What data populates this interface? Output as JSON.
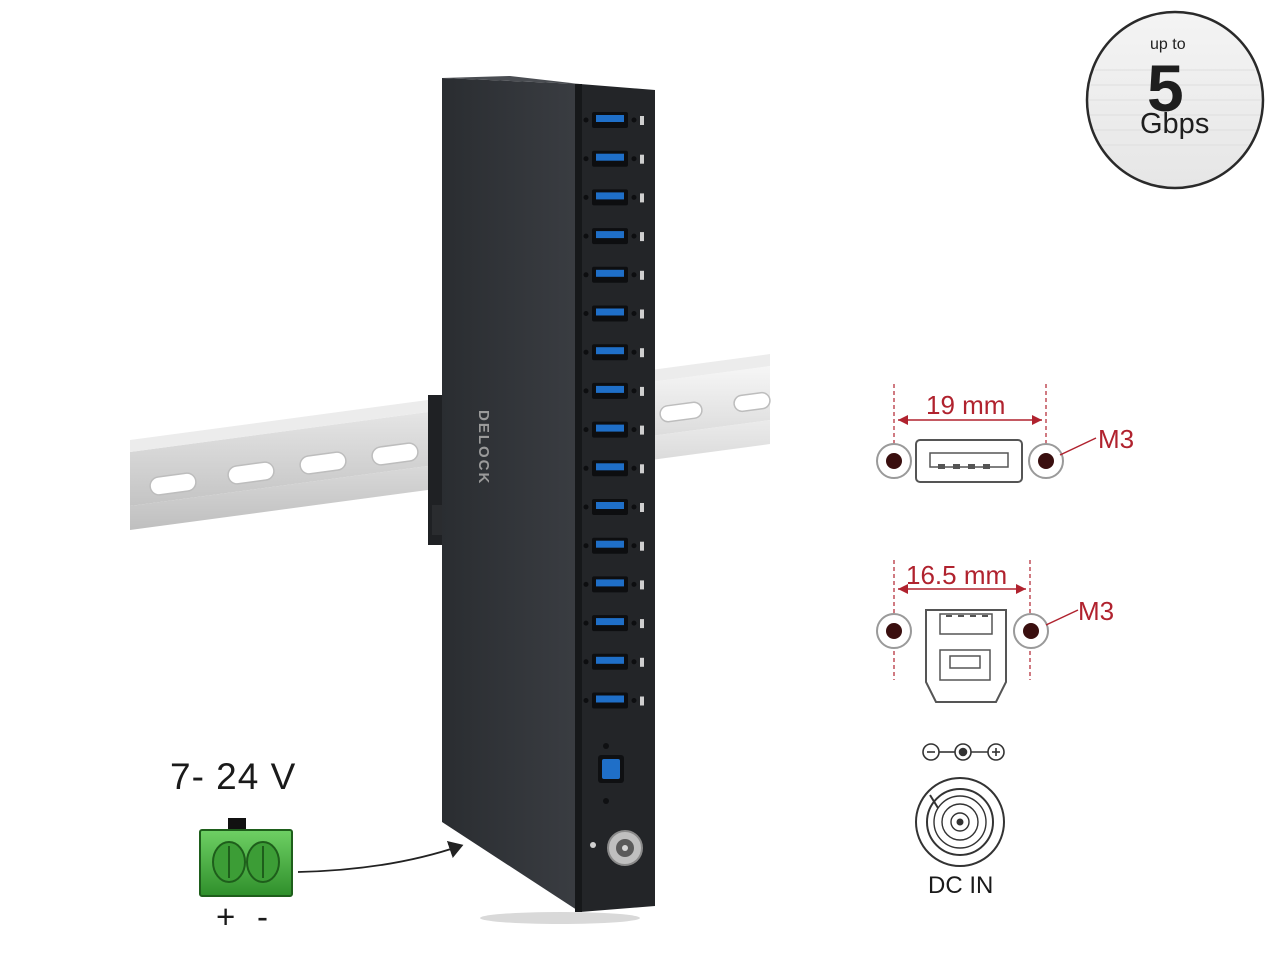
{
  "speed_badge": {
    "prefix": "up to",
    "value": "5",
    "unit": "Gbps"
  },
  "power": {
    "voltage_label": "7- 24 V",
    "plus_label": "+",
    "minus_label": "-",
    "terminal_color": "#3fa83a"
  },
  "brand": {
    "name": "DELOCK"
  },
  "port_type_a": {
    "width_label": "19 mm",
    "screw_label": "M3"
  },
  "port_type_b": {
    "width_label": "16.5 mm",
    "screw_label": "M3"
  },
  "dc_jack": {
    "label": "DC IN"
  },
  "colors": {
    "usb_blue": "#1f6fc8",
    "housing": "#2e3135",
    "dimension_red": "#b0222e"
  },
  "icons": {
    "speed": "speed-badge-icon",
    "polarity": "dc-polarity-icon",
    "dc_socket": "dc-socket-icon",
    "terminal": "terminal-block-icon"
  }
}
